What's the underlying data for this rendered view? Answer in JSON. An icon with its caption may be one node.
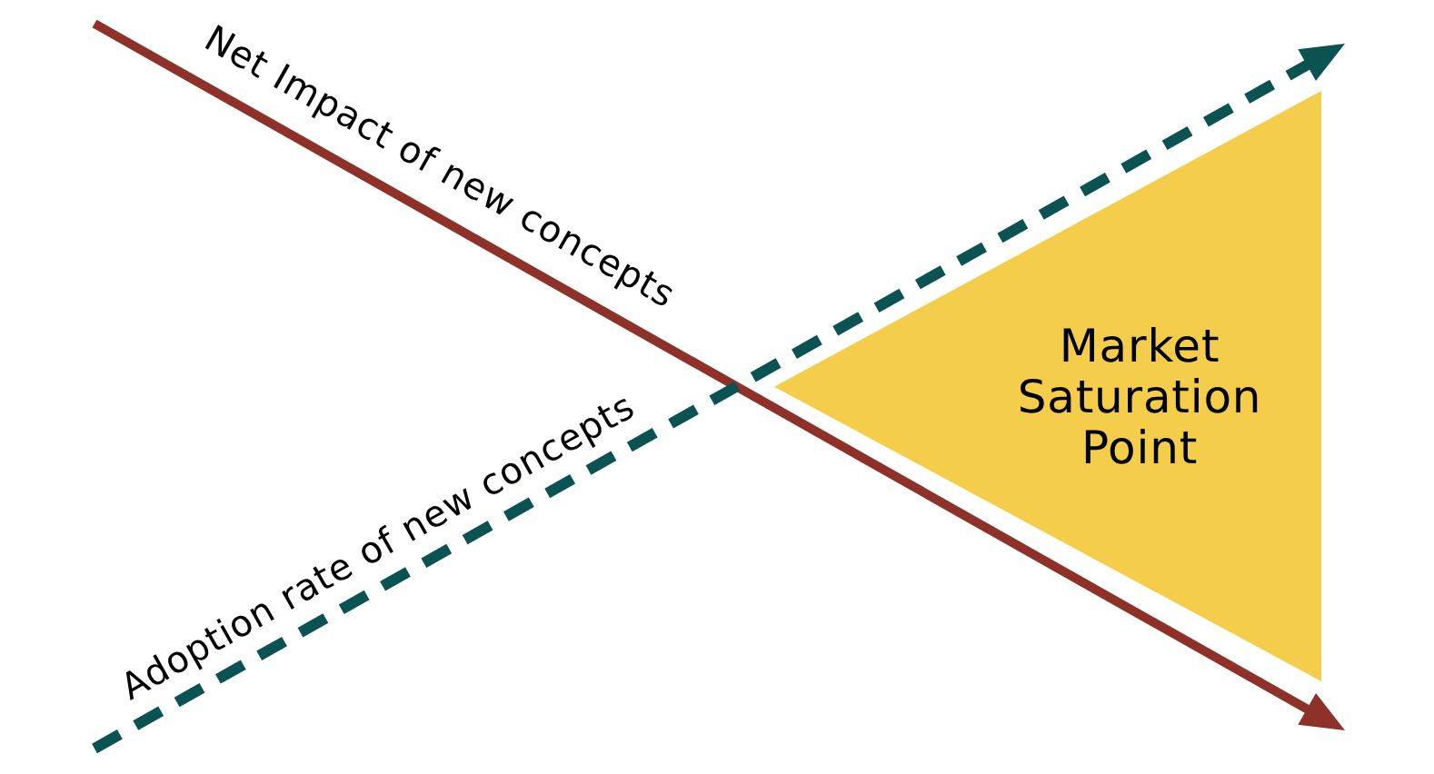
{
  "diagram": {
    "nodes": [
      {
        "text": [
          "Market Saturation Point"
        ]
      }
    ],
    "labels": [
      "Net Impact of new concepts",
      "Adoption rate of new concepts"
    ]
  }
}
